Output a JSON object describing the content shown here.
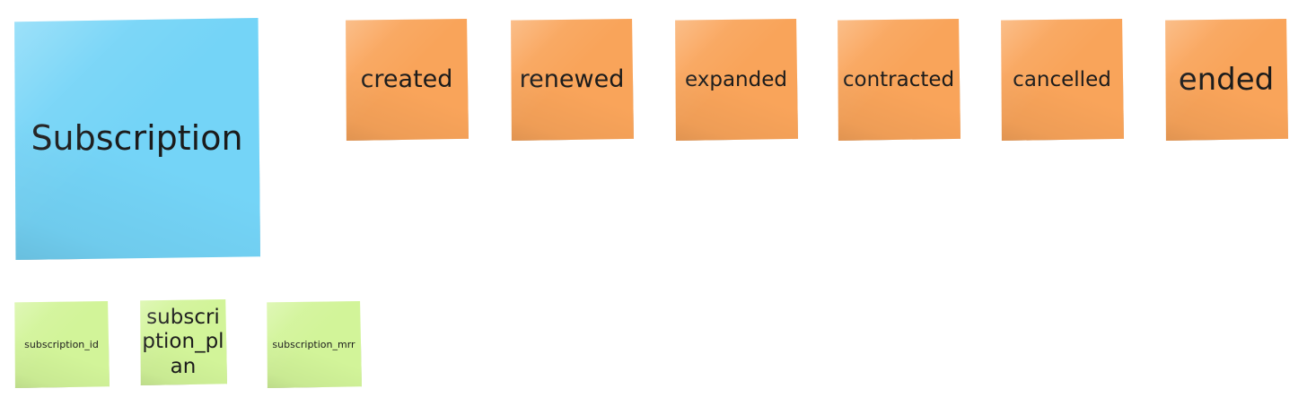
{
  "board": {
    "background_color": "#ffffff",
    "aggregate": {
      "label": "Subscription",
      "color": "#74d4f7",
      "kind": "aggregate-note"
    },
    "events": {
      "color": "#f9a45a",
      "kind": "event-note",
      "items": [
        {
          "label": "created",
          "size": "md"
        },
        {
          "label": "renewed",
          "size": "md"
        },
        {
          "label": "expanded",
          "size": "sm"
        },
        {
          "label": "contracted",
          "size": "sm"
        },
        {
          "label": "cancelled",
          "size": "sm"
        },
        {
          "label": "ended",
          "size": "lg"
        }
      ]
    },
    "attributes": {
      "color": "#d2f499",
      "kind": "attribute-note",
      "items": [
        {
          "label": "subscription_id",
          "size": "sm"
        },
        {
          "label": "subscription_plan",
          "size": "lg"
        },
        {
          "label": "subscription_mrr",
          "size": "sm"
        }
      ]
    }
  }
}
